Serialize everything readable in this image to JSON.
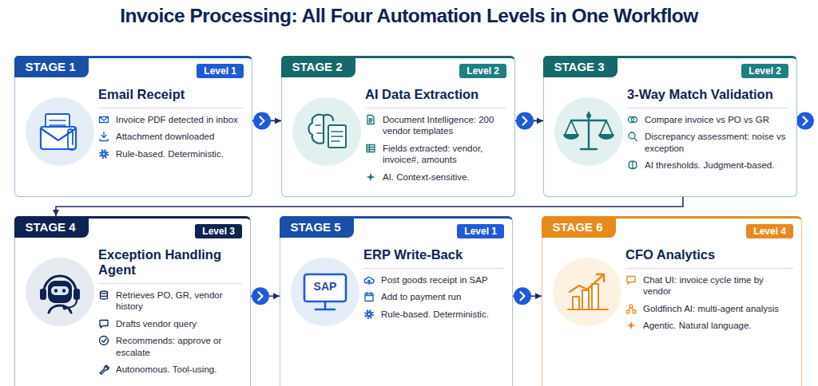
{
  "diagram": {
    "title": "Invoice Processing: All Four Automation Levels in One Workflow",
    "nodes": [
      {
        "text": [
          "STAGE 1",
          "Level 1",
          "Email Receipt",
          "Invoice PDF detected in inbox",
          "Attachment downloaded",
          "Rule-based. Deterministic."
        ]
      },
      {
        "text": [
          "STAGE 2",
          "Level 2",
          "AI Data Extraction",
          "Document Intelligence: 200 vendor templates",
          "Fields extracted: vendor, invoice#, amounts",
          "AI. Context-sensitive."
        ]
      },
      {
        "text": [
          "STAGE 3",
          "Level 2",
          "3-Way Match Validation",
          "Compare invoice vs PO vs GR",
          "Discrepancy assessment: noise vs exception",
          "AI thresholds. Judgment-based."
        ]
      },
      {
        "text": [
          "STAGE 4",
          "Level 3",
          "Exception Handling Agent",
          "Retrieves PO, GR, vendor history",
          "Drafts vendor query",
          "Recommends: approve or escalate",
          "Autonomous. Tool-using."
        ]
      },
      {
        "text": [
          "STAGE 5",
          "Level 1",
          "ERP Write-Back",
          "Post goods receipt in SAP",
          "Add to payment run",
          "Rule-based. Deterministic."
        ]
      },
      {
        "text": [
          "STAGE 6",
          "Level 4",
          "CFO Analytics",
          "Chat UI: invoice cycle time by vendor",
          "Goldfinch AI: multi-agent analysis",
          "Agentic. Natural language."
        ]
      }
    ],
    "edges": [
      {
        "from": 0,
        "to": 1,
        "arrow": "to"
      },
      {
        "from": 1,
        "to": 2,
        "arrow": "to"
      },
      {
        "from": 2,
        "to": 3,
        "arrow": "to"
      },
      {
        "from": 3,
        "to": 4,
        "arrow": "to"
      },
      {
        "from": 4,
        "to": 5,
        "arrow": "to"
      }
    ],
    "labels": [
      "SAP"
    ]
  }
}
